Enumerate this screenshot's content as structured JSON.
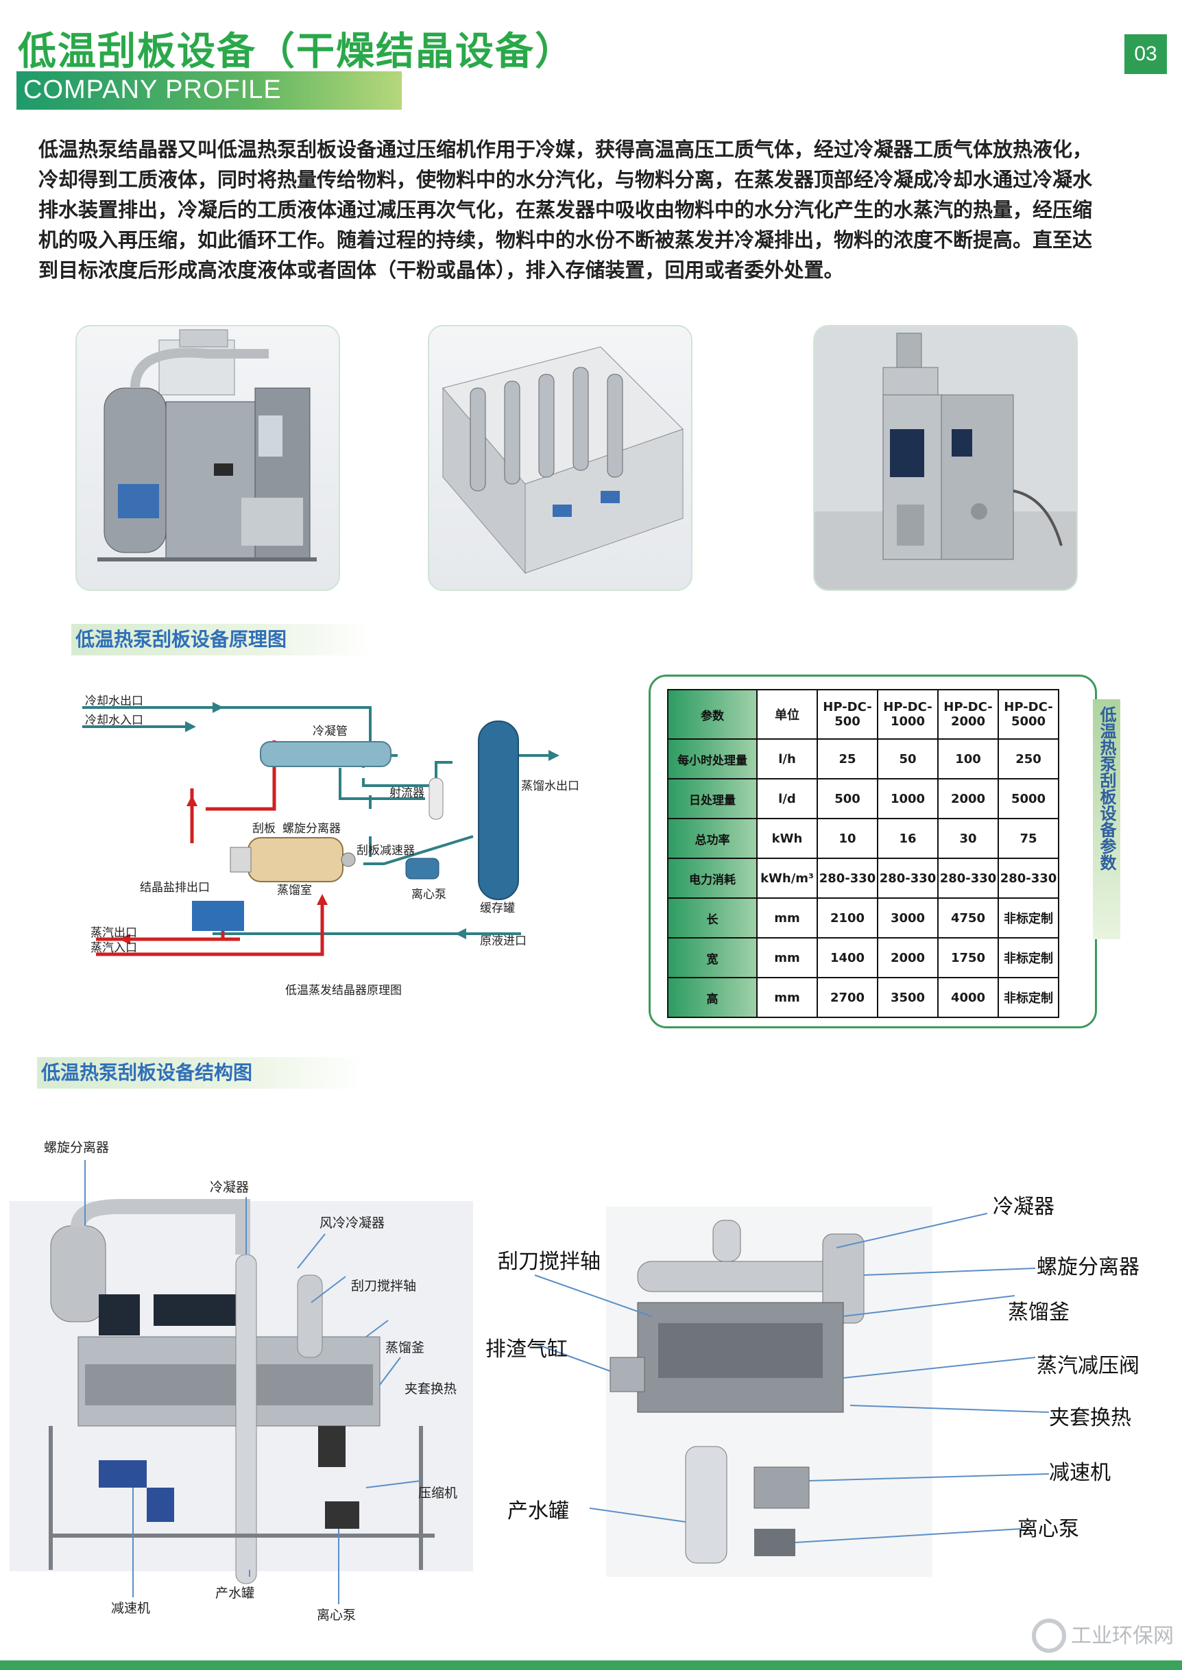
{
  "header": {
    "title": "低温刮板设备（干燥结晶设备）",
    "subtitle": "COMPANY PROFILE",
    "page_number": "03"
  },
  "intro": "低温热泵结晶器又叫低温热泵刮板设备通过压缩机作用于冷媒，获得高温高压工质气体，经过冷凝器工质气体放热液化，冷却得到工质液体，同时将热量传给物料，使物料中的水分汽化，与物料分离，在蒸发器顶部经冷凝成冷却水通过冷凝水排水装置排出，冷凝后的工质液体通过减压再次气化，在蒸发器中吸收由物料中的水分汽化产生的水蒸汽的热量，经压缩机的吸入再压缩，如此循环工作。随着过程的持续，物料中的水份不断被蒸发并冷凝排出，物料的浓度不断提高。直至达到目标浓度后形成高浓度液体或者固体（干粉或晶体），排入存储装置，回用或者委外处置。",
  "principle": {
    "section_title": "低温热泵刮板设备原理图",
    "caption": "低温蒸发结晶器原理图",
    "labels": {
      "cooling_out": "冷却水出口",
      "cooling_in": "冷却水入口",
      "condenser_tube": "冷凝管",
      "ejector": "射流器",
      "distillate_out": "蒸馏水出口",
      "scraper": "刮板",
      "cyclone": "螺旋分离器",
      "reducer": "刮板减速器",
      "salt_out": "结晶盐排出口",
      "chamber": "蒸馏室",
      "pump": "离心泵",
      "buffer": "缓存罐",
      "steam_out": "蒸汽出口",
      "steam_in": "蒸汽入口",
      "raw_in": "原液进口"
    }
  },
  "spec_table": {
    "side_title": "低温热泵刮板设备参数",
    "header": [
      "参数",
      "单位",
      "HP-DC-500",
      "HP-DC-1000",
      "HP-DC-2000",
      "HP-DC-5000"
    ],
    "rows": [
      [
        "每小时处理量",
        "l/h",
        "25",
        "50",
        "100",
        "250"
      ],
      [
        "日处理量",
        "l/d",
        "500",
        "1000",
        "2000",
        "5000"
      ],
      [
        "总功率",
        "kWh",
        "10",
        "16",
        "30",
        "75"
      ],
      [
        "电力消耗",
        "kWh/m³",
        "280-330",
        "280-330",
        "280-330",
        "280-330"
      ],
      [
        "长",
        "mm",
        "2100",
        "3000",
        "4750",
        "非标定制"
      ],
      [
        "宽",
        "mm",
        "1400",
        "2000",
        "1750",
        "非标定制"
      ],
      [
        "高",
        "mm",
        "2700",
        "3500",
        "4000",
        "非标定制"
      ]
    ]
  },
  "structure": {
    "section_title": "低温热泵刮板设备结构图",
    "left_labels": {
      "cyclone": "螺旋分离器",
      "condenser": "冷凝器",
      "air_condenser": "风冷冷凝器",
      "scraper_shaft": "刮刀搅拌轴",
      "still": "蒸馏釜",
      "jacket": "夹套换热",
      "compressor": "压缩机",
      "reducer": "减速机",
      "water_tank": "产水罐",
      "pump": "离心泵"
    },
    "right_labels": {
      "condenser": "冷凝器",
      "cyclone": "螺旋分离器",
      "still": "蒸馏釜",
      "scraper_shaft": "刮刀搅拌轴",
      "slag_cylinder": "排渣气缸",
      "steam_valve": "蒸汽减压阀",
      "jacket": "夹套换热",
      "reducer": "减速机",
      "water_tank": "产水罐",
      "pump": "离心泵"
    }
  },
  "watermark": {
    "text": "工业环保网"
  },
  "colors": {
    "accent_green": "#2aa84a",
    "section_blue": "#2f6fb8",
    "pipe_red": "#d02020",
    "pipe_teal": "#2f7f86"
  }
}
